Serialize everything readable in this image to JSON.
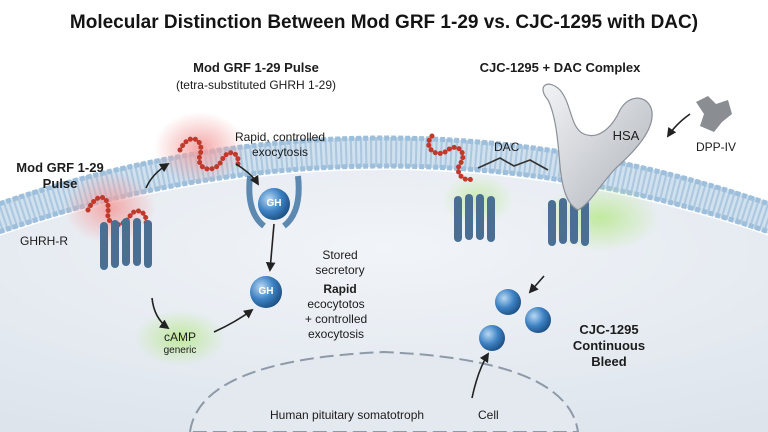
{
  "title": "Molecular Distinction Between Mod GRF 1-29 vs. CJC-1295 with DAC)",
  "left_panel": {
    "heading": "Mod GRF 1-29 Pulse",
    "subheading": "(tetra-substituted GHRH 1-29)",
    "side_label_line1": "Mod GRF 1-29",
    "side_label_line2": "Pulse",
    "receptor_label": "GHRH-R",
    "exocytosis_line1": "Rapid, controlled",
    "exocytosis_line2": "exocytosis",
    "vesicle_label": "GH",
    "stored_line1": "Stored",
    "stored_line2": "secretory",
    "rapid_word": "Rapid",
    "ecocytosis_line1": "ecocytotos",
    "ecocytosis_line2": "+ controlled",
    "ecocytosis_line3": "exocytosis",
    "camp_label": "cAMP",
    "camp_sub": "generic"
  },
  "right_panel": {
    "heading": "CJC-1295 + DAC Complex",
    "dac_label": "DAC",
    "hsa_label": "HSA",
    "dppiv_label": "DPP-IV",
    "bleed_line1": "CJC-1295",
    "bleed_line2": "Continuous",
    "bleed_line3": "Bleed"
  },
  "cell_label": "Human pituitary somatotroph",
  "cell_word": "Cell",
  "colors": {
    "peptide": "#c0392b",
    "receptor": "#4a6f93",
    "vesicle": "#3d82c4",
    "membrane_head": "#9dbfdb",
    "glow_red": "#f3a3a3",
    "glow_green": "#bfe99a",
    "albumin": "#c8ccd2",
    "dppiv": "#8a8d92"
  },
  "icons": [
    "peptide-chain-icon",
    "receptor-icon",
    "vesicle-icon",
    "albumin-icon",
    "dpp-iv-enzyme-icon",
    "arrow-icon"
  ]
}
